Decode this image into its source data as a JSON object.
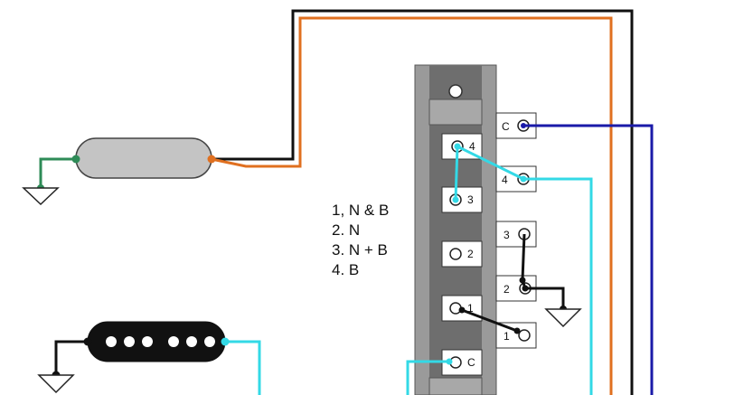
{
  "legend": {
    "lines": [
      "1, N & B",
      "2. N",
      "3. N + B",
      "4. B"
    ]
  },
  "switch": {
    "left_terminals": [
      "4",
      "3",
      "2",
      "1",
      "C"
    ],
    "right_terminals": [
      "C",
      "4",
      "3",
      "2",
      "1"
    ]
  },
  "colors": {
    "black_wire": "#111111",
    "orange_wire": "#e07020",
    "cyan_wire": "#33d9e6",
    "blue_wire": "#1a1aa8",
    "green_wire": "#2e8b57",
    "switch_body": "#9a9a9a",
    "switch_inner": "#6e6e6e"
  }
}
